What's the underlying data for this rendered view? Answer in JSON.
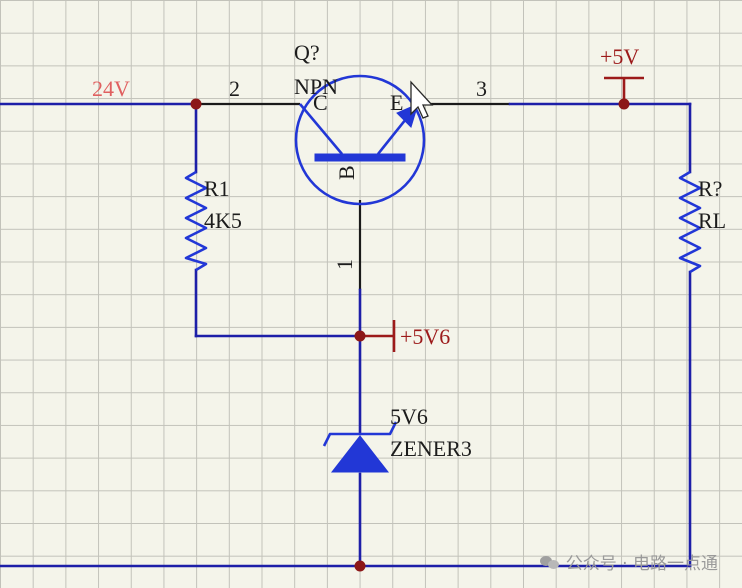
{
  "nets": {
    "input": "24V",
    "output_rail": "+5V",
    "reference": "+5V6"
  },
  "transistor": {
    "designator": "Q?",
    "type": "NPN",
    "collector": "C",
    "emitter": "E",
    "base": "B",
    "pin_collector": "2",
    "pin_emitter": "3",
    "pin_base": "1"
  },
  "r1": {
    "designator": "R1",
    "value": "4K5"
  },
  "rl": {
    "designator": "R?",
    "value": "RL"
  },
  "zener": {
    "value": "5V6",
    "part": "ZENER3"
  },
  "watermark": {
    "text": "公众号 · 电路一点通"
  }
}
